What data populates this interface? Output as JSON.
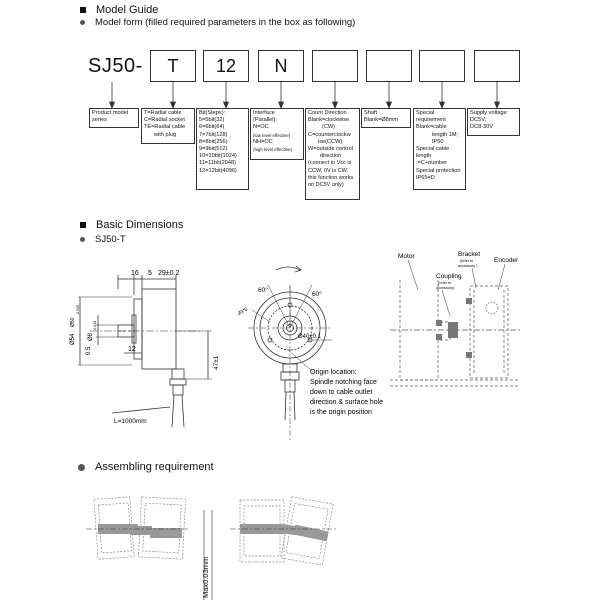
{
  "model_guide": {
    "title": "Model Guide",
    "subtitle": "Model form (filled required parameters in the box as following)",
    "prefix": "SJ50-",
    "boxes": [
      "T",
      "12",
      "N",
      "",
      "",
      "",
      ""
    ],
    "params": [
      {
        "lines": [
          "Product model",
          "series"
        ]
      },
      {
        "lines": [
          "T=Radial cable",
          "C=Radial socket",
          "TE=Radial cable",
          "with plug"
        ]
      },
      {
        "lines": [
          "Bit(Steps):",
          "5=5bit(32)",
          "6=6bit(64)",
          "7=7bit(128)",
          "8=8bit(256)",
          "9=9bit(512)",
          "10=10bit(1024)",
          "11=11bit(2048)",
          "12=12bit(4096)"
        ]
      },
      {
        "lines": [
          "Interface",
          "(Parallel):",
          "N=OC",
          "(low level effective)",
          "NH=OC",
          "(high level effective)"
        ]
      },
      {
        "lines": [
          "Count Direction",
          "Blank=clockwise",
          "(CW)",
          "C=counterclockw",
          "ise(CCW)",
          "W=outside control",
          "direction",
          "(connect to Vcc is",
          "CCW, 0V is CW,",
          "this function works",
          "on DC5V only)"
        ]
      },
      {
        "lines": [
          "Shaft",
          "Blank=Ø8mm"
        ]
      },
      {
        "lines": [
          "Special",
          "requirement",
          "Blank=cable",
          "length 1M;",
          "IP50",
          "Special cable",
          "length",
          ":=C+number",
          "Special protection",
          "IP65=D"
        ]
      },
      {
        "lines": [
          "Supply voltage:",
          "DC5V;",
          "DC8-30V"
        ]
      }
    ]
  },
  "basic_dimensions": {
    "title": "Basic Dimensions",
    "model": "SJ50-T",
    "dims": {
      "d16": "16",
      "d5": "5",
      "d29": "29±0.2",
      "d54": "Ø54",
      "d50": "Ø50",
      "d50tol": "-0.025",
      "d8": "Ø8",
      "d8tol": "-0.015",
      "d05": "0.5",
      "d12": "12",
      "d47": "47±1",
      "cable": "L=1000mm",
      "a60l": "60°",
      "a60r": "60°",
      "m3": "4-M3*6",
      "d40": "Ø40±0.1"
    },
    "origin_note": [
      "Origin location:",
      "Spindle notching face",
      "down to cable outlet",
      "direction & surface hole",
      "is the origin position"
    ],
    "install": {
      "motor": "Motor",
      "coupling": "Coupling",
      "coupling_note": [
        "(refer to",
        "accessory)"
      ],
      "bracket": "Bracket",
      "bracket_note": [
        "(refer to",
        "accessory )"
      ],
      "encoder": "Encoder"
    }
  },
  "assembling": {
    "title": "Assembling requirement",
    "max": "Max0.03mm"
  }
}
